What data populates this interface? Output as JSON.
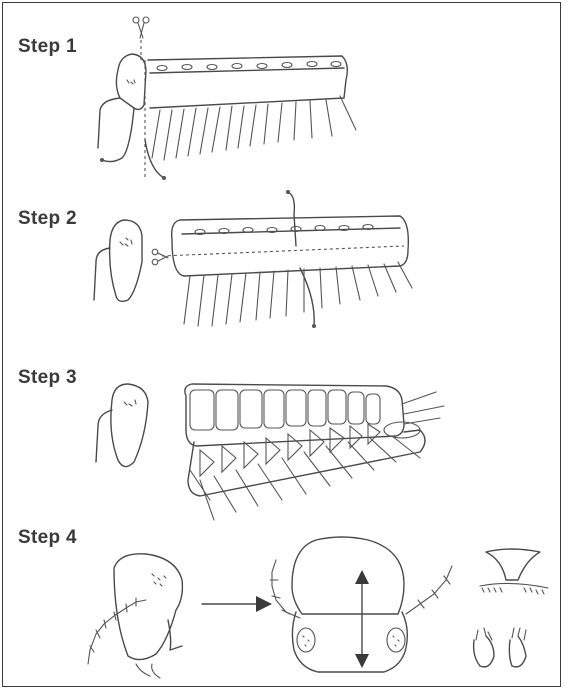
{
  "steps": [
    {
      "label": "Step 1"
    },
    {
      "label": "Step 2"
    },
    {
      "label": "Step 3"
    },
    {
      "label": "Step 4"
    }
  ],
  "colors": {
    "ink": "#3a3a3a",
    "background": "#ffffff",
    "border": "#3a3a3a"
  },
  "icons": [
    "scissors-icon",
    "arrow-right-icon",
    "double-arrow-icon"
  ]
}
